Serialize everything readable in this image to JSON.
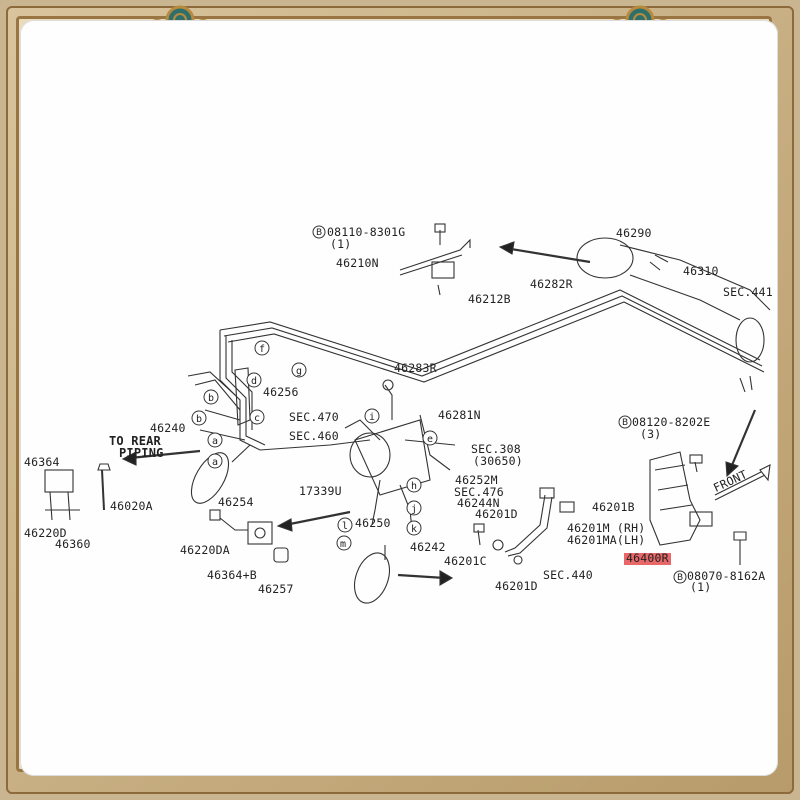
{
  "labels": {
    "p_08110": "08110-8301G",
    "q1a": "(1)",
    "p_46210N": "46210N",
    "p_46212B": "46212B",
    "p_46290": "46290",
    "p_46310": "46310",
    "p_46282R": "46282R",
    "sec441": "SEC.441",
    "to_rear": "TO REAR",
    "piping": "PIPING",
    "p_46256": "46256",
    "p_46283R": "46283R",
    "p_46240": "46240",
    "sec470": "SEC.470",
    "sec460": "SEC.460",
    "p_46281N": "46281N",
    "sec308": "SEC.308",
    "sec308b": "(30650)",
    "p_46252M": "46252M",
    "sec476": "SEC.476",
    "p_46244N": "46244N",
    "p_17339U": "17339U",
    "p_46254": "46254",
    "p_46364": "46364",
    "p_46020A": "46020A",
    "p_46220D": "46220D",
    "p_46360": "46360",
    "p_46250": "46250",
    "p_46201D_a": "46201D",
    "p_46201B": "46201B",
    "p_46201M": "46201M (RH)",
    "p_46201MA": "46201MA(LH)",
    "p_46220DA": "46220DA",
    "p_46242": "46242",
    "p_46201C": "46201C",
    "p_46364B": "46364+B",
    "p_46257": "46257",
    "sec440": "SEC.440",
    "p_46201D_b": "46201D",
    "p_46400R": "46400R",
    "p_08120": "08120-8202E",
    "q3": "(3)",
    "p_08070": "08070-8162A",
    "q1b": "(1)",
    "front": "FRONT"
  },
  "circles": [
    "f",
    "g",
    "d",
    "b",
    "c",
    "a",
    "e",
    "h",
    "i",
    "j",
    "k",
    "l",
    "m"
  ],
  "highlight_color": "#e8686a"
}
